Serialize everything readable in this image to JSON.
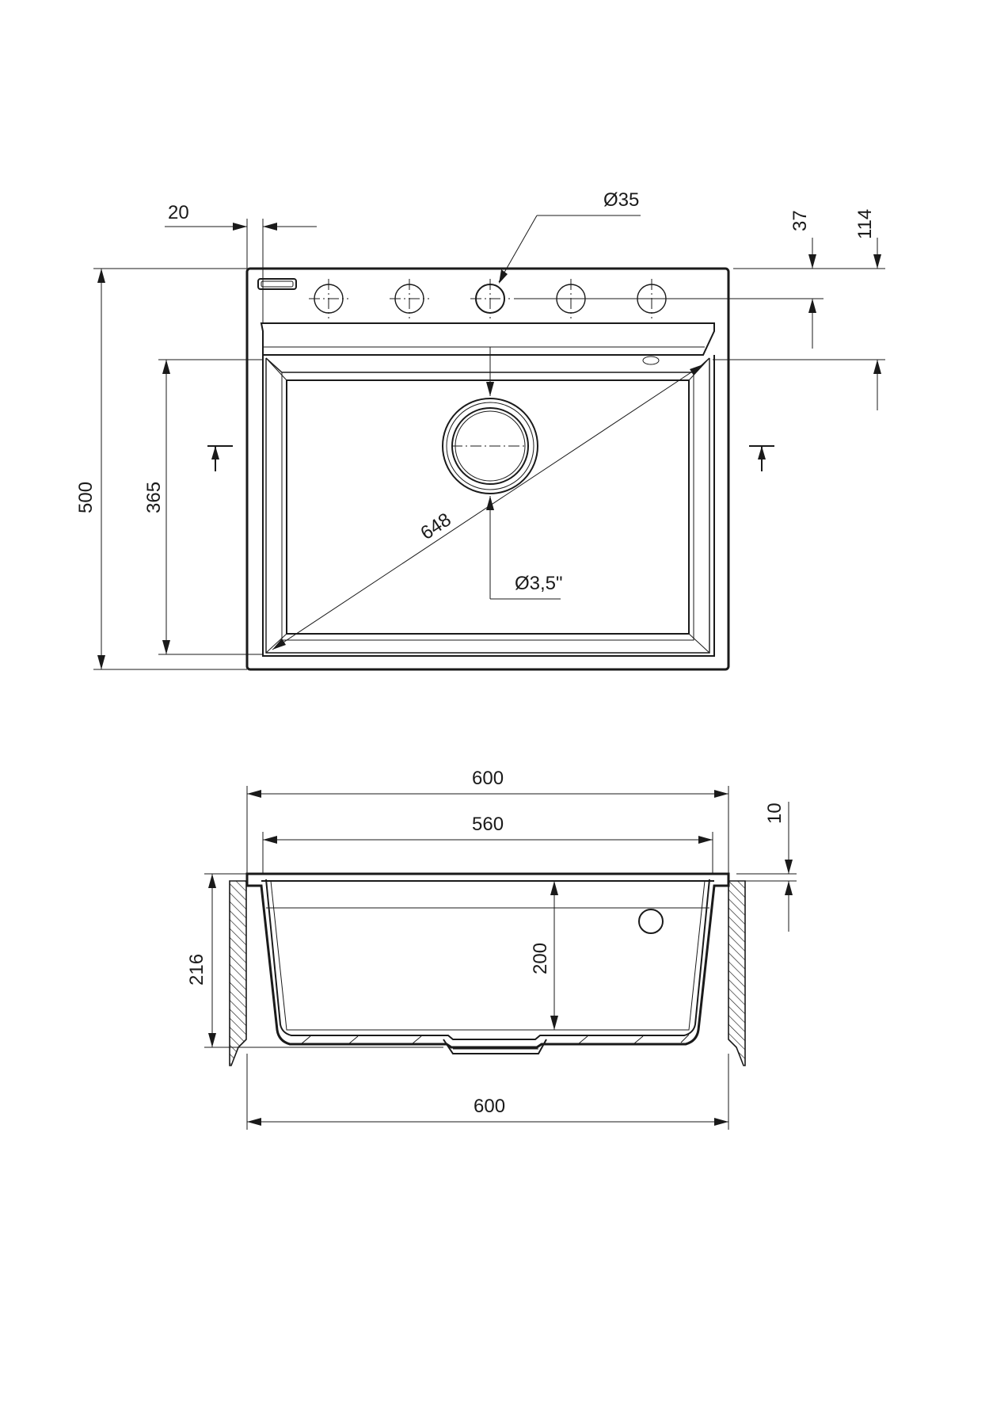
{
  "top_view": {
    "dim_offset": "20",
    "dim_tap_hole": "Ø35",
    "dim_tap_row": "37",
    "dim_rim": "114",
    "dim_width_total": "500",
    "dim_bowl_depth": "365",
    "dim_diagonal": "648",
    "dim_drain": "Ø3,5\""
  },
  "side_view": {
    "dim_outer_width": "600",
    "dim_inner_width": "560",
    "dim_lip": "10",
    "dim_total_height": "216",
    "dim_bowl_height": "200",
    "dim_cutout_width": "600"
  }
}
